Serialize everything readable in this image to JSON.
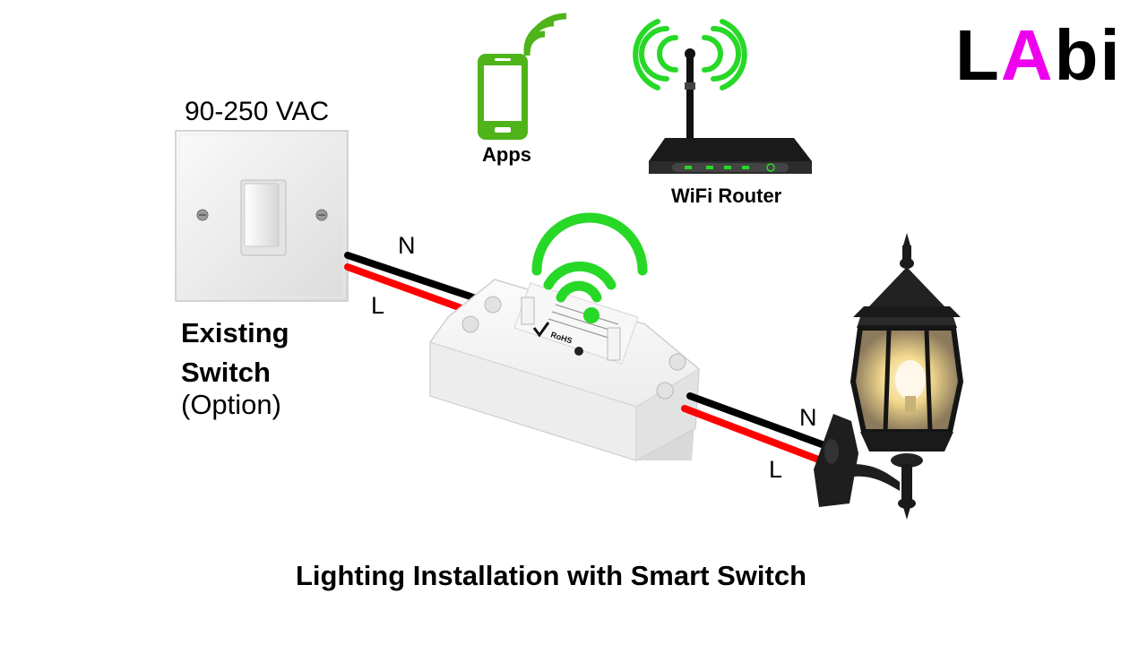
{
  "logo": {
    "L": "L",
    "A": "A",
    "bi": "bi",
    "accent_color": "#ee00ee"
  },
  "switch": {
    "voltage_label": "90-250 VAC",
    "title": "Existing Switch",
    "line1": "Existing",
    "line2": "Switch",
    "note": "(Option)"
  },
  "apps": {
    "label": "Apps",
    "icon": "smartphone-icon"
  },
  "router": {
    "label": "WiFi Router",
    "icon": "wifi-router-icon"
  },
  "wires": {
    "input_neutral": "N",
    "input_live": "L",
    "output_neutral": "N",
    "output_live": "L",
    "neutral_color": "#000000",
    "live_color": "#ff0000"
  },
  "module": {
    "icon": "wifi-signal-icon",
    "mark": "RoHS"
  },
  "lamp": {
    "icon": "wall-lantern-icon"
  },
  "footer": {
    "caption": "Lighting Installation with Smart Switch"
  },
  "colors": {
    "wifi_green": "#27d827",
    "phone_green": "#4fb31a"
  }
}
